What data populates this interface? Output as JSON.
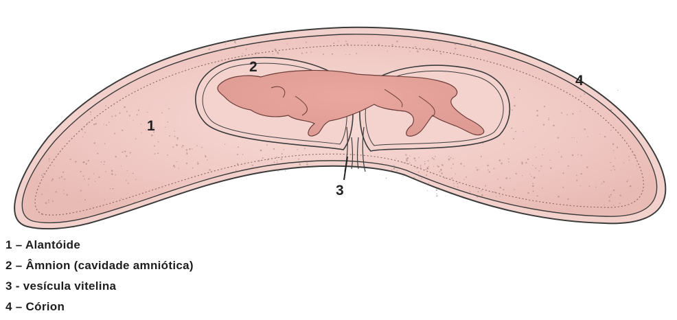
{
  "colors": {
    "tissue": "#efc7c2",
    "tissue_light": "#f6d9d5",
    "embryo": "#e6a8a0",
    "outline": "#3a3a3a",
    "background": "#ffffff"
  },
  "labels": {
    "l1": "1",
    "l2": "2",
    "l3": "3",
    "l4": "4"
  },
  "legend": [
    "1 – Alantóide",
    "2 – Âmnion (cavidade amniótica)",
    "3 - vesícula vitelina",
    "4 – Córion"
  ]
}
